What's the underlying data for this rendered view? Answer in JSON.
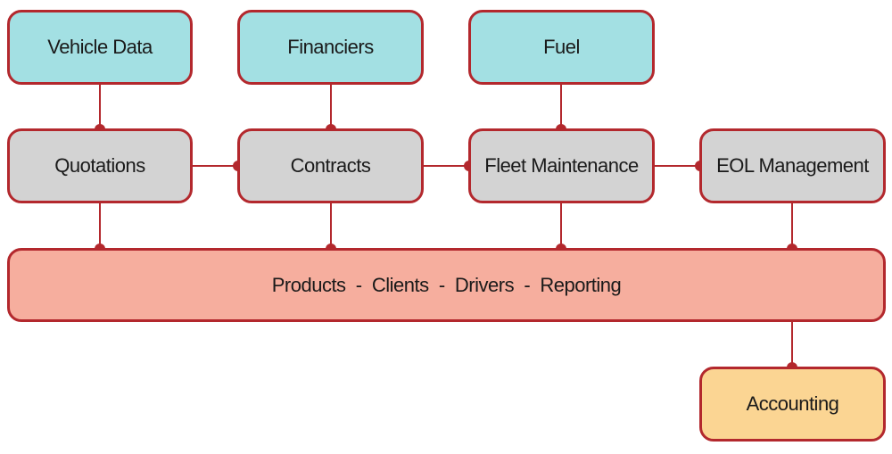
{
  "modules": {
    "vehicle_data": "Vehicle Data",
    "financiers": "Financiers",
    "fuel": "Fuel",
    "quotations": "Quotations",
    "contracts": "Contracts",
    "fleet_maintenance": "Fleet Maintenance",
    "eol_management": "EOL Management",
    "accounting": "Accounting"
  },
  "platform": {
    "items": [
      "Products",
      "Clients",
      "Drivers",
      "Reporting"
    ],
    "separator": "-"
  },
  "colors": {
    "connector": "#b3282d",
    "data_sources": "#a3e0e3",
    "process_modules": "#d3d3d3",
    "platform": "#f6ae9e",
    "accounting": "#fbd593"
  }
}
